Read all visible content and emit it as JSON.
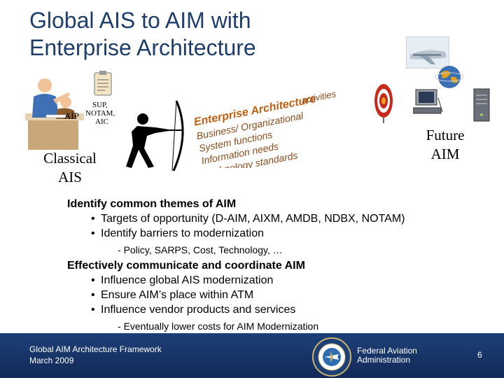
{
  "slide": {
    "title_lines": [
      "Global AIS to AIM with",
      "Enterprise Architecture"
    ],
    "classical_label": "Classical AIS",
    "future_label": "Future AIM",
    "aip_label": "AIP",
    "clip_sup": "SUP,",
    "clip_notam": "NOTAM,",
    "clip_aic": "AIC",
    "wordart": [
      "Enterprise Architecture",
      "activities",
      "Business/ Organizational",
      "System functions",
      "Information needs",
      "Technology standards"
    ],
    "bullets": {
      "h1": "Identify common themes of AIM",
      "h1_items": [
        "Targets of opportunity (D-AIM, AIXM, AMDB, NDBX, NOTAM)",
        "Identify barriers to modernization"
      ],
      "h1_sub": "Policy, SARPS, Cost, Technology, …",
      "h2": "Effectively communicate and coordinate AIM",
      "h2_items": [
        "Influence global AIS modernization",
        "Ensure AIM’s place within ATM",
        "Influence vendor products and services"
      ],
      "h2_sub": "Eventually lower costs for AIM Modernization"
    },
    "footer": {
      "left_line1": "Global AIM Architecture Framework",
      "left_line2": "March 2009",
      "agency_line1": "Federal Aviation",
      "agency_line2": "Administration",
      "page_number": "6"
    }
  },
  "colors": {
    "title": "#1f3d6b",
    "footer_bg": "#1d3f78"
  }
}
